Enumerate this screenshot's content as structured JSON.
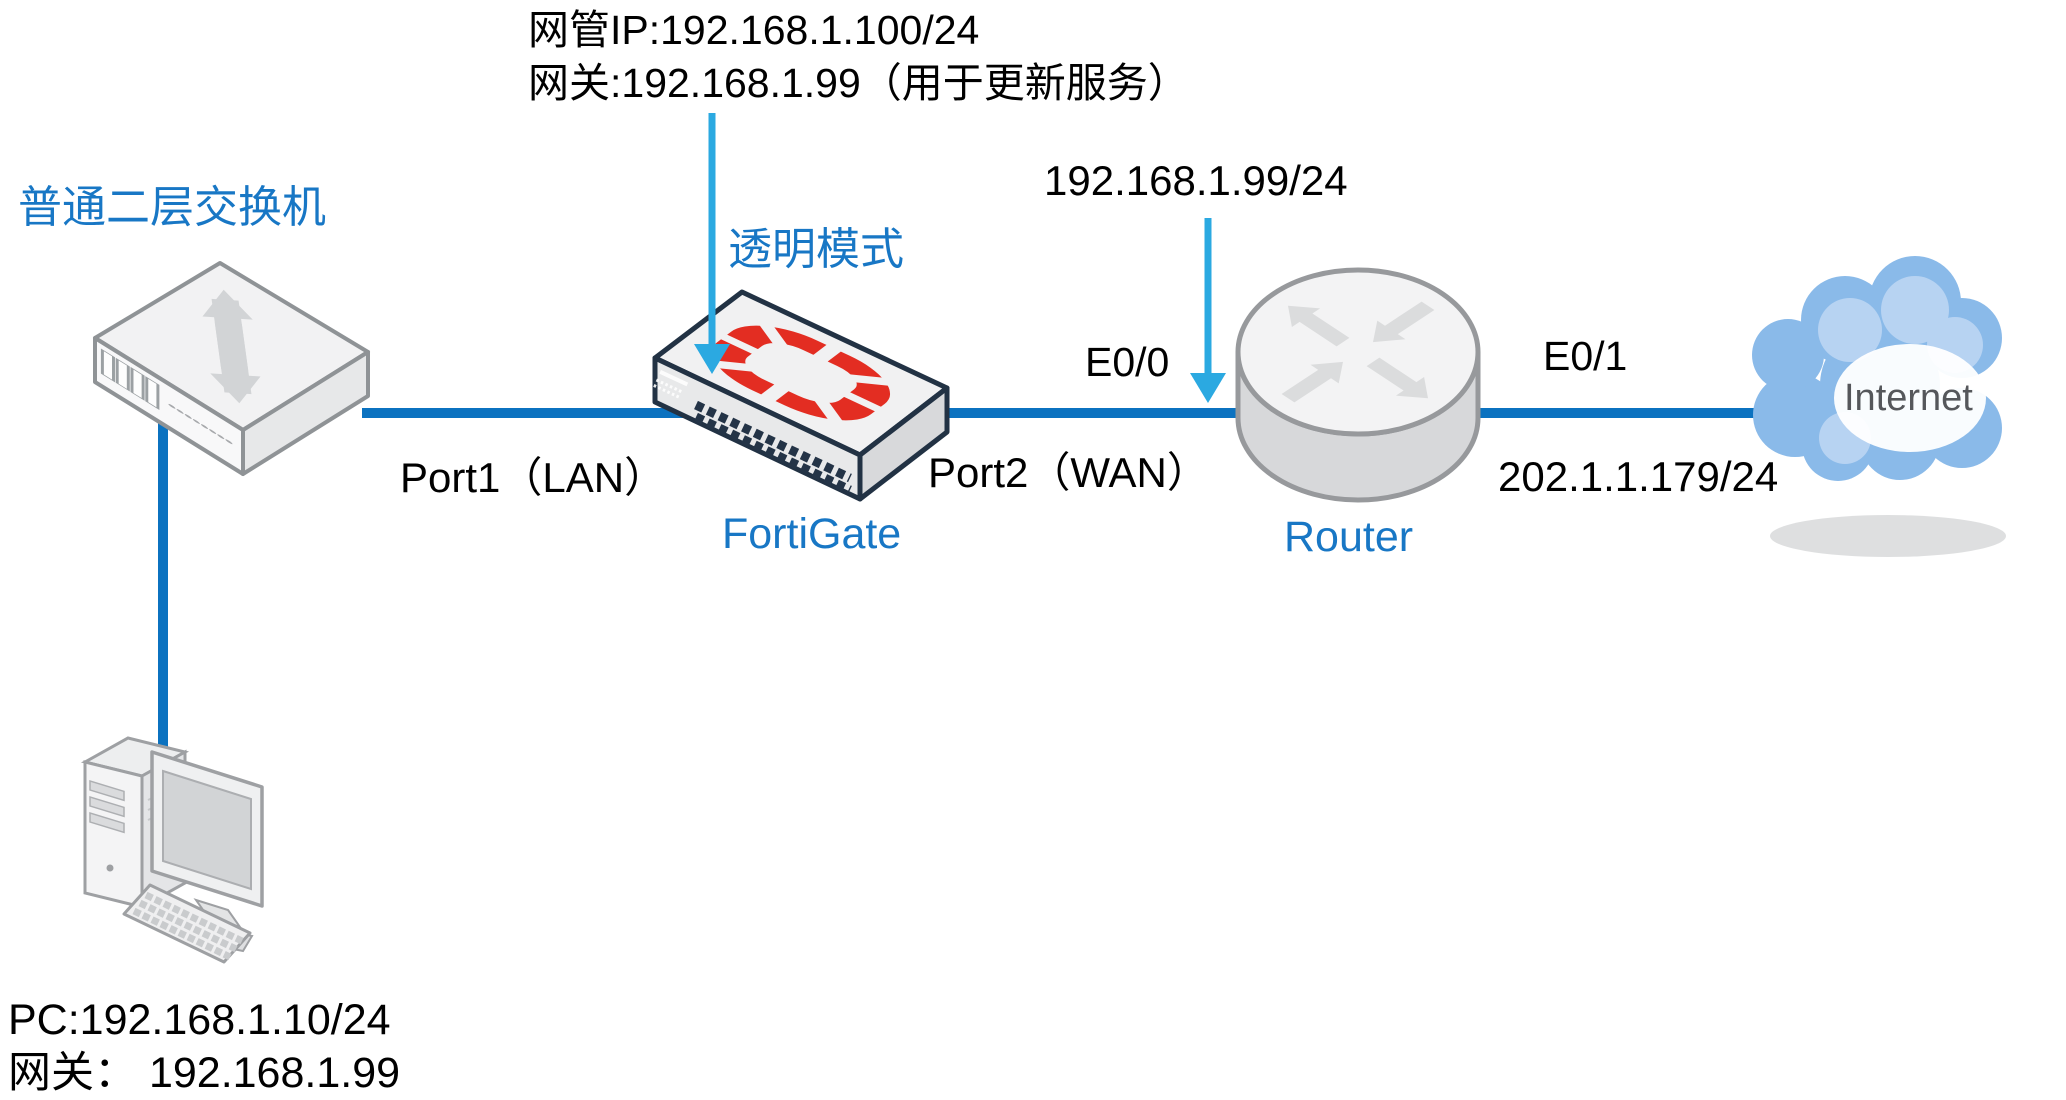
{
  "colors": {
    "label_blue": "#1877C5",
    "line_blue": "#0B72C0",
    "arrow_cyan": "#2BA9E1",
    "fortinet_red": "#E32D22",
    "device_gray": "#F2F2F3",
    "cloud_blue": "#8ABAE9",
    "text_black": "#000000"
  },
  "switch": {
    "name": "普通二层交换机"
  },
  "fortigate": {
    "mgmt_line1": "网管IP:192.168.1.100/24",
    "mgmt_line2": "网关:192.168.1.99（用于更新服务）",
    "mode_label": "透明模式",
    "name": "FortiGate",
    "port1_label": "Port1（LAN）",
    "port2_label": "Port2（WAN）"
  },
  "router": {
    "name": "Router",
    "lan_ip": "192.168.1.99/24",
    "if_left": "E0/0",
    "if_right": "E0/1",
    "wan_ip": "202.1.1.179/24"
  },
  "internet": {
    "name": "Internet"
  },
  "pc": {
    "line1": "PC:192.168.1.10/24",
    "line2": "网关： 192.168.1.99"
  }
}
